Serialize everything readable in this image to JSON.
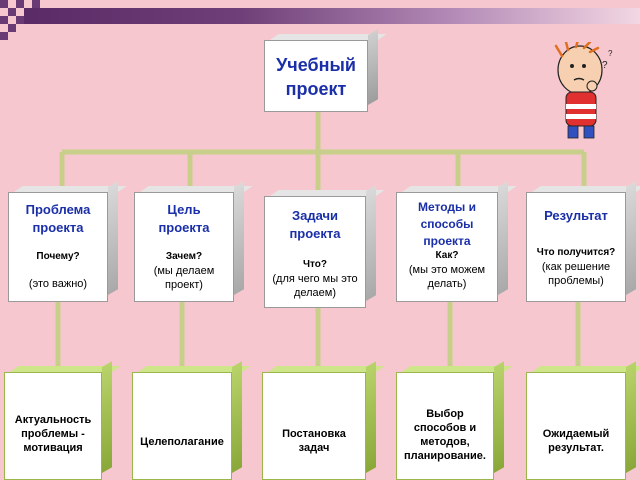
{
  "main": {
    "title_line1": "Учебный",
    "title_line2": "проект"
  },
  "categories": [
    {
      "title": "Проблема проекта",
      "question": "Почему?",
      "explanation": "(это важно)"
    },
    {
      "title": "Цель проекта",
      "question": "Зачем?",
      "explanation": "(мы делаем проект)"
    },
    {
      "title": "Задачи проекта",
      "question": "Что?",
      "explanation": "(для чего мы это делаем)"
    },
    {
      "title": "Методы и способы проекта",
      "question": "Как?",
      "explanation": "(мы это можем делать)"
    },
    {
      "title": "Результат",
      "question": "Что получится?",
      "explanation": "(как решение проблемы)"
    }
  ],
  "outcomes": [
    {
      "label": "Актуальность проблемы - мотивация"
    },
    {
      "label": "Целеполагание"
    },
    {
      "label": "Постановка задач"
    },
    {
      "label": "Выбор способов и методов, планирование."
    },
    {
      "label": "Ожидаемый результат."
    }
  ],
  "colors": {
    "background": "#f7c7cf",
    "title_text": "#1a2fa8",
    "connector": "#c8cf8a",
    "outcome_border": "#9bb64a"
  },
  "icons": {
    "mascot": "thinking-boy-icon"
  }
}
